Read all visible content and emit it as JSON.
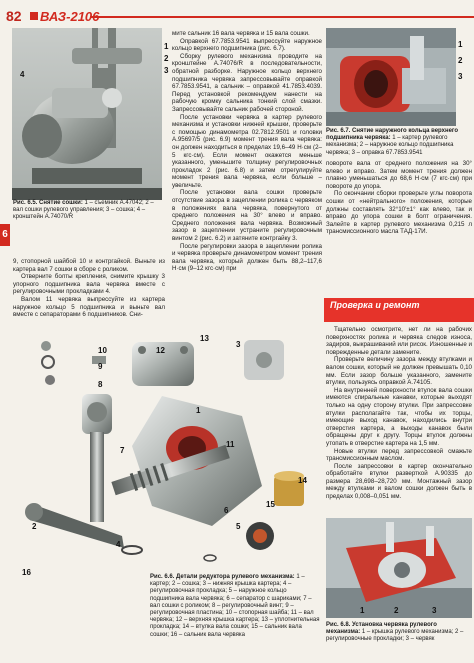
{
  "header": {
    "page_number": "82",
    "brand": "ВАЗ-2106",
    "side_tab": "6"
  },
  "figures": {
    "fig_6_5": {
      "label": "Рис. 6.5.",
      "title": "Снятие сошки:",
      "text": "1 – съемник A.47042; 2 – вал сошки рулевого управления; 3 – сошка; 4 – кронштейн A.74070/R",
      "callouts": [
        "1",
        "2",
        "3",
        "4"
      ]
    },
    "fig_6_6": {
      "label": "Рис. 6.6.",
      "title": "Детали редуктора рулевого механизма:",
      "text": "1 – картер; 2 – сошка; 3 – нижняя крышка картера; 4 – регулировочная прокладка; 5 – наружное кольцо подшипника вала червяка; 6 – сепаратор с шариками; 7 – вал сошки с роликом; 8 – регулировочный винт; 9 – регулировочная пластина; 10 – стопорная шайба; 11 – вал червяка; 12 – верхняя крышка картера; 13 – уплотнительная прокладка; 14 – втулка вала сошки; 15 – сальник вала сошки; 16 – сальник вала червяка",
      "callouts": [
        "1",
        "2",
        "3",
        "4",
        "5",
        "6",
        "7",
        "8",
        "9",
        "10",
        "11",
        "12",
        "13",
        "14",
        "15",
        "16"
      ]
    },
    "fig_6_7": {
      "label": "Рис. 6.7.",
      "title": "Снятие наружного кольца верхнего подшипника червяка:",
      "text": "1 – картер рулевого механизма; 2 – наружное кольцо подшипника червяка; 3 – оправка 67.7853.9541",
      "callouts": [
        "1",
        "2",
        "3"
      ]
    },
    "fig_6_8": {
      "label": "Рис. 6.8.",
      "title": "Установка червяка рулевого механизма:",
      "text": "1 – крышка рулевого механизма; 2 – регулировочные прокладки; 3 – червяк",
      "callouts": [
        "1",
        "2",
        "3"
      ]
    }
  },
  "left_col_lower": [
    "9, стопорной шайбой 10 и контргайкой. Выньте из картера вал 7 сошки в сборе с роликом.",
    "Отверните болты крепления, снимите крышку 3 упорного подшипника вала червяка вместе с регулировочными прокладками 4.",
    "Валом 11 червяка выпрессуйте из картера наружное кольцо 5 подшипника и выньте вал вместе с сепараторами 6 подшипников. Сни-"
  ],
  "middle_col": [
    "мите сальник 16 вала червяка и 15 вала сошки.",
    "Оправкой 67.7853.9541 выпрессуйте наружное кольцо верхнего подшипника (рис. 6.7).",
    "Сборку рулевого механизма проводите на кронштейне A.74076/R в последовательности, обратной разборке. Наружное кольцо верхнего подшипника червяка запрессовывайте оправкой 67.7853.9541, а сальник – оправкой 41.7853.4039. Перед установкой рекомендуем нанести на рабочую кромку сальника тонкий слой смазки. Запрессовывайте сальник рабочей стороной.",
    "После установки червяка в картер рулевого механизма и установки нижней крышки, проверьте с помощью динамометра 02.7812.9501 и головки A.95697/5 (рис. 6.9) момент трения вала червяка: он должен находиться в пределах 19,6–49 Н·см (2–5 кгс·см). Если момент окажется меньше указанного, уменьшите толщину регулировочных прокладок 2 (рис. 6.8) и затем отрегулируйте момент трения вала червяка, если больше – увеличьте.",
    "После установки вала сошки проверьте отсутствие зазора в зацеплении ролика с червяком в положениях вала червяка, повернутого от среднего положения на 30° влево и вправо. Среднего положения вала червяка. Возможный зазор в зацеплении устраните регулировочным винтом 2 (рис. 6.2) и затяните контргайку 3.",
    "После регулировки зазора в зацеплении ролика и червяка проверьте динамометром момент трения вала червяка, который должен быть 88,2–117,6 Н·см (9–12 кгс·см) при"
  ],
  "right_col_upper": [
    "повороте вала от среднего положения на 30° влево и вправо. Затем момент трения должен плавно уменьшаться до 68,6 Н·см (7 кгс·см) при повороте до упора.",
    "По окончании сборки проверьте углы поворота сошки от «нейтрального» положения, которые должны составлять 32°10′±1° как влево, так и вправо до упора сошки в болт ограничения. Залейте в картер рулевого механизма 0,215 л трансмиссионного масла ТАД-17И."
  ],
  "section": {
    "title": "Проверка и ремонт"
  },
  "right_col_lower": [
    "Тщательно осмотрите, нет ли на рабочих поверхностях ролика и червяка следов износа, задиров, выкрашиваний или рисок. Изношенные и поврежденные детали замените.",
    "Проверьте величину зазора между втулками и валом сошки, который не должен превышать 0,10 мм. Если зазор больше указанного, замените втулки, пользуясь оправкой A.74105.",
    "На внутренней поверхности втулок вала сошки имеются спиральные канавки, которые выходят только на одну сторону втулки. При запрессовке втулки располагайте так, чтобы их торцы, имеющие выход канавок, находились внутри отверстия картера, а выходы канавок были обращены друг к другу. Торцы втулок должны утопать в отверстие картера на 1,5 мм.",
    "Новые втулки перед запрессовкой смажьте трансмиссионным маслом.",
    "После запрессовки в картер окончательно обработайте втулки разверткой A.90335 до размера 28,698–28,720 мм. Монтажный зазор между втулками и валом сошки должен быть в пределах 0,008–0,051 мм."
  ]
}
